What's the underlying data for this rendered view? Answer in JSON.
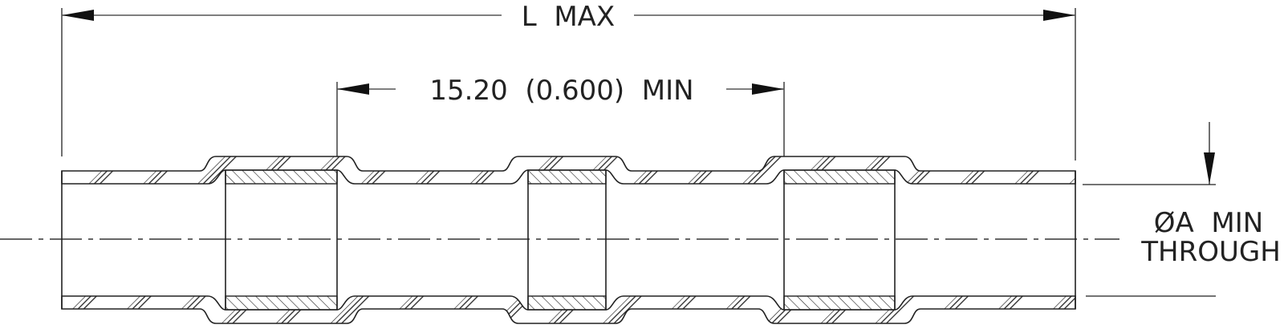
{
  "dimensions": {
    "overall_length": "L  MAX",
    "insert_spacing": "15.20  (0.600)  MIN",
    "inner_diameter_line1": "ØA  MIN",
    "inner_diameter_line2": "THROUGH"
  },
  "colors": {
    "line": "#1a1a1a",
    "background": "#ffffff"
  }
}
